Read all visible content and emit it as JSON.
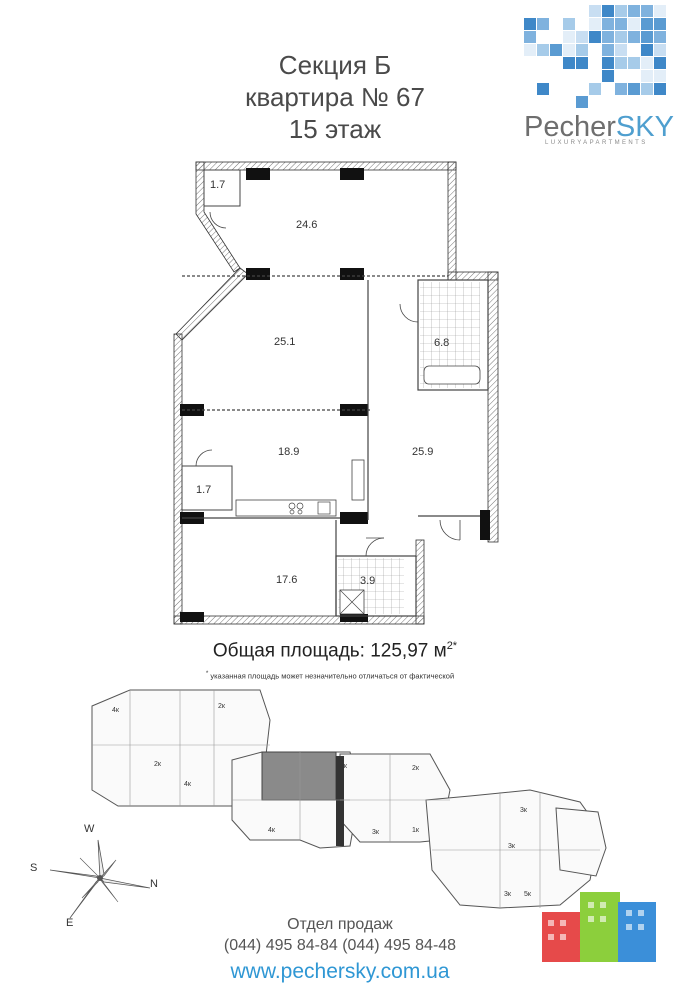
{
  "header": {
    "section": "Секция Б",
    "apartment": "квартира № 67",
    "floor": "15 этаж"
  },
  "logo": {
    "name_part1": "Pecher",
    "name_part2": "SKY",
    "tagline": "LUXURYAPARTMENTS",
    "colors": {
      "grey": "#6e6e6e",
      "blue": "#4f9fcf"
    }
  },
  "rooms": [
    {
      "id": "balcony-top",
      "area": "1.7"
    },
    {
      "id": "living-top",
      "area": "24.6"
    },
    {
      "id": "room-2",
      "area": "25.1"
    },
    {
      "id": "bathroom-1",
      "area": "6.8"
    },
    {
      "id": "room-3",
      "area": "18.9"
    },
    {
      "id": "hall",
      "area": "25.9"
    },
    {
      "id": "balcony-mid",
      "area": "1.7"
    },
    {
      "id": "room-4",
      "area": "17.6"
    },
    {
      "id": "bathroom-2",
      "area": "3.9"
    }
  ],
  "summary": {
    "label": "Общая площадь: 125,97 м",
    "sup": "2*",
    "note_star": "*",
    "note": "указанная площадь может незначительно отличаться от фактической"
  },
  "floor_plan_labels": [
    "4к",
    "2к",
    "4к",
    "2к",
    "3к",
    "2к",
    "4к",
    "3к",
    "1к",
    "3к",
    "3к",
    "3к",
    "5к"
  ],
  "compass": {
    "w": "W",
    "s": "S",
    "n": "N",
    "e": "E"
  },
  "sales": {
    "title": "Отдел продаж",
    "phones": "(044) 495 84-84 (044) 495 84-48"
  },
  "website": "www.pechersky.com.ua",
  "colors": {
    "wall": "#111111",
    "wall_hatch": "#888888",
    "highlight": "#8a8a8a",
    "web_blue": "#2f97d4"
  }
}
